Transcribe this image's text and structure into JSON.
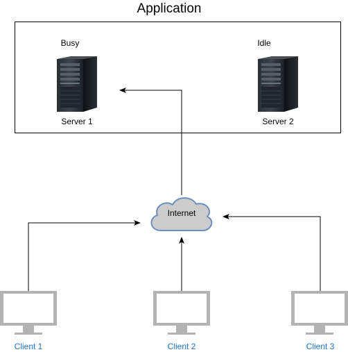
{
  "title": "Application",
  "servers": [
    {
      "name": "Server 1",
      "status": "Busy",
      "icon": "server-tower-icon"
    },
    {
      "name": "Server 2",
      "status": "Idle",
      "icon": "server-tower-icon"
    }
  ],
  "internet": {
    "label": "Internet",
    "icon": "cloud-icon"
  },
  "clients": [
    {
      "name": "Client 1",
      "icon": "monitor-icon"
    },
    {
      "name": "Client 2",
      "icon": "monitor-icon"
    },
    {
      "name": "Client 3",
      "icon": "monitor-icon"
    }
  ],
  "colors": {
    "client_label": "#1e73c0",
    "cloud_fill": "#cccccc",
    "cloud_stroke": "#6c8ebf",
    "monitor_bezel": "#b3b3b3",
    "monitor_screen": "#ffffff"
  }
}
